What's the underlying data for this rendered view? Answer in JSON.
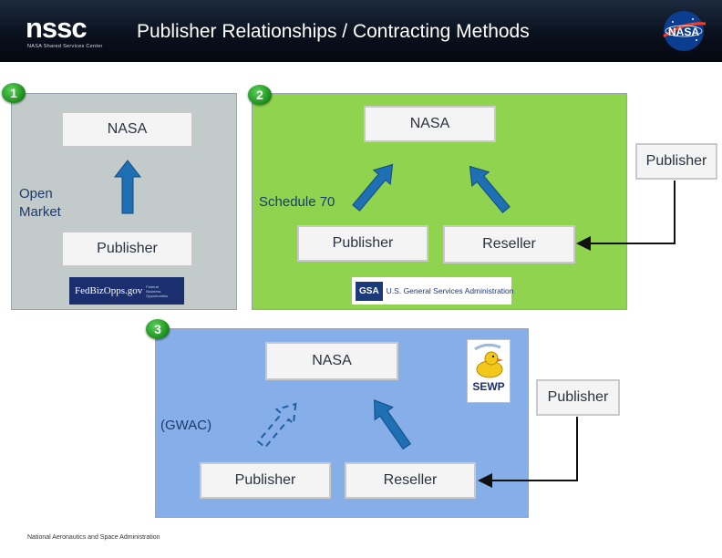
{
  "header": {
    "logo_text": "nssc",
    "logo_subtext": "NASA Shared Services Center",
    "title": "Publisher Relationships / Contracting Methods",
    "nasa_logo_text": "NASA"
  },
  "panel1": {
    "badge": "1",
    "nasa": "NASA",
    "label": "Open Market",
    "publisher": "Publisher",
    "logo_text": "FedBizOpps.gov",
    "logo_small": "Federal Business Opportunities"
  },
  "panel2": {
    "badge": "2",
    "nasa": "NASA",
    "label": "Schedule 70",
    "publisher": "Publisher",
    "reseller": "Reseller",
    "outside_publisher": "Publisher",
    "logo_mark": "GSA",
    "logo_text": "U.S. General Services Administration"
  },
  "panel3": {
    "badge": "3",
    "nasa": "NASA",
    "label": "(GWAC)",
    "publisher": "Publisher",
    "reseller": "Reseller",
    "outside_publisher": "Publisher",
    "logo_text": "SEWP"
  },
  "footer": {
    "text": "National Aeronautics and Space Administration"
  },
  "colors": {
    "panel1_bg": "#c3cbca",
    "panel2_bg": "#8fd34e",
    "panel3_bg": "#86aee8",
    "arrow_blue": "#1f6fb5",
    "badge_green": "#1a8a1a"
  }
}
